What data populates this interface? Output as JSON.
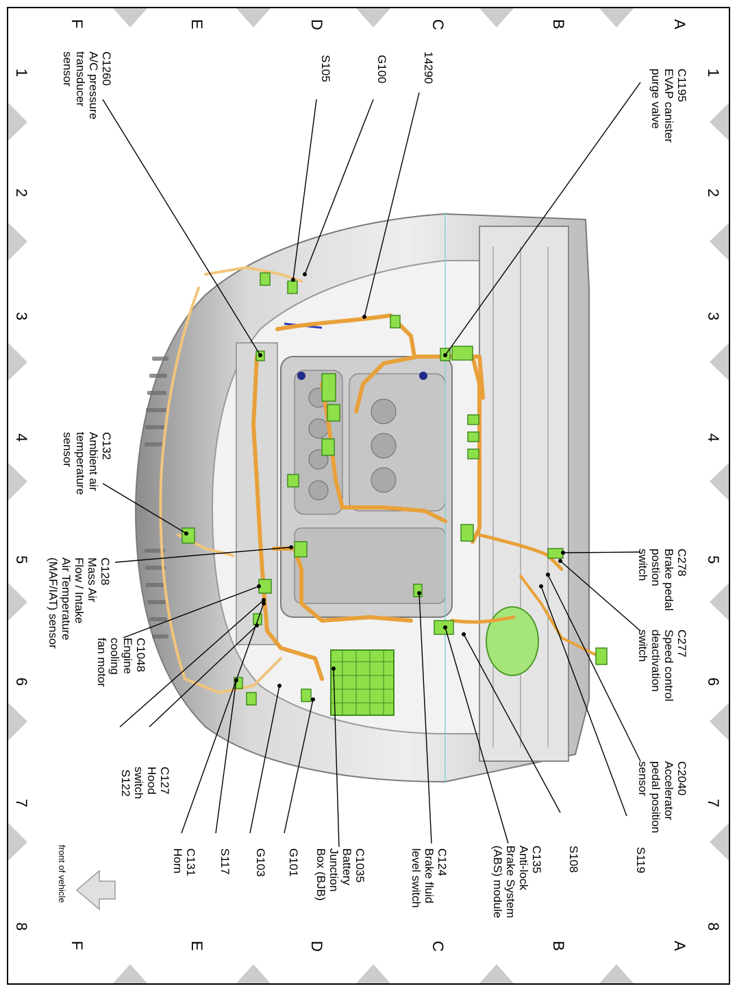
{
  "grid": {
    "letters": [
      "A",
      "B",
      "C",
      "D",
      "E",
      "F"
    ],
    "numbers": [
      "1",
      "2",
      "3",
      "4",
      "5",
      "6",
      "7",
      "8"
    ]
  },
  "front_of_vehicle": "front of vehicle",
  "callouts": [
    {
      "id": "c1195",
      "lines": [
        "C1195",
        "EVAP canister",
        "purge valve"
      ]
    },
    {
      "id": "c278",
      "lines": [
        "C278",
        "Brake pedal",
        "postion",
        "switch"
      ]
    },
    {
      "id": "c277",
      "lines": [
        "C277",
        "Speed control",
        "deactivation",
        "switch"
      ]
    },
    {
      "id": "c2040",
      "lines": [
        "C2040",
        "Accelerator",
        "pedal position",
        "sensor"
      ]
    },
    {
      "id": "s119",
      "lines": [
        "S119"
      ]
    },
    {
      "id": "s108",
      "lines": [
        "S108"
      ]
    },
    {
      "id": "c135",
      "lines": [
        "C135",
        "Anti-lock",
        "Brake System",
        "(ABS) module"
      ]
    },
    {
      "id": "c124",
      "lines": [
        "C124",
        "Brake fluid",
        "level switch"
      ]
    },
    {
      "id": "c1035",
      "lines": [
        "C1035",
        "Battery",
        "Junction",
        "Box (BJB)"
      ]
    },
    {
      "id": "g101",
      "lines": [
        "G101"
      ]
    },
    {
      "id": "g103",
      "lines": [
        "G103"
      ]
    },
    {
      "id": "s117",
      "lines": [
        "S117"
      ]
    },
    {
      "id": "c131",
      "lines": [
        "C131",
        "Horn"
      ]
    },
    {
      "id": "c127",
      "lines": [
        "C127",
        "Hood",
        "switch"
      ]
    },
    {
      "id": "s122",
      "lines": [
        "S122"
      ]
    },
    {
      "id": "c1048",
      "lines": [
        "C1048",
        "Engine",
        "cooling",
        "fan motor"
      ]
    },
    {
      "id": "c128",
      "lines": [
        "C128",
        "Mass Air",
        "Flow / Intake",
        "Air Temperature",
        "(MAF/IAT) sensor"
      ]
    },
    {
      "id": "c132",
      "lines": [
        "C132",
        "Ambient air",
        "temperature",
        "sensor"
      ]
    },
    {
      "id": "c1260",
      "lines": [
        "C1260",
        "A/C pressure",
        "transducer",
        "sensor"
      ]
    },
    {
      "id": "s105",
      "lines": [
        "S105"
      ]
    },
    {
      "id": "g100",
      "lines": [
        "G100"
      ]
    },
    {
      "id": "p14290",
      "lines": [
        "14290"
      ]
    }
  ],
  "colors": {
    "harness": "#e8a13a",
    "connector": "#8ee04a",
    "body_light": "#e6e6e6",
    "body_dark": "#9a9a9a",
    "grid_marker": "#cccccc"
  }
}
